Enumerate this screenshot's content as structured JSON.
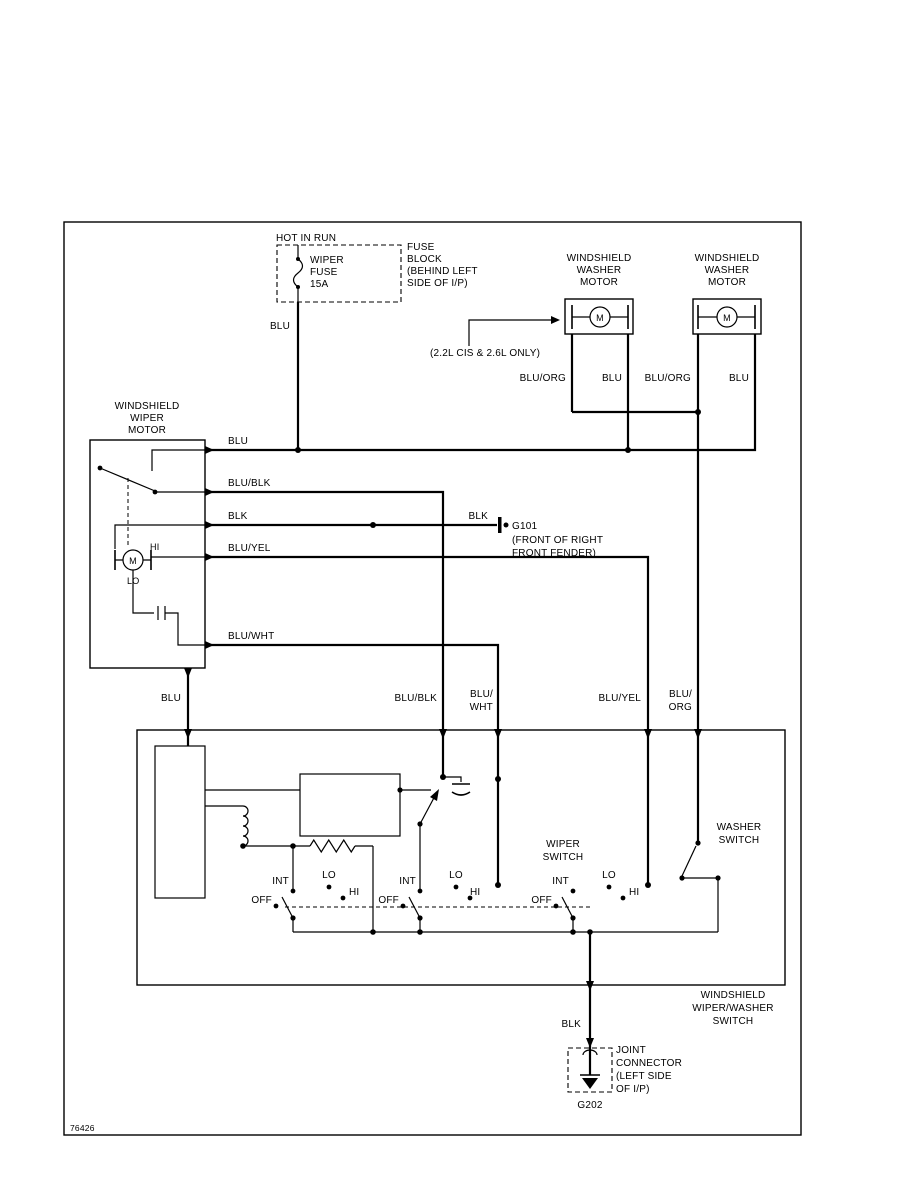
{
  "figure_number": "76426",
  "colors": {
    "ink": "#000000",
    "paper": "#ffffff"
  },
  "fuse": {
    "hot_in_run": "HOT IN RUN",
    "name_lines": [
      "WIPER",
      "FUSE",
      "15A"
    ],
    "block_lines": [
      "FUSE",
      "BLOCK",
      "(BEHIND LEFT",
      "SIDE OF I/P)"
    ]
  },
  "engine_note": "(2.2L CIS & 2.6L ONLY)",
  "motor_letter": "M",
  "washer_motors": [
    {
      "title_lines": [
        "WINDSHIELD",
        "WASHER",
        "MOTOR"
      ]
    },
    {
      "title_lines": [
        "WINDSHIELD",
        "WASHER",
        "MOTOR"
      ]
    }
  ],
  "wiper_motor": {
    "title_lines": [
      "WINDSHIELD",
      "WIPER",
      "MOTOR"
    ],
    "hi": "HI",
    "lo": "LO"
  },
  "wire_labels": {
    "blu": "BLU",
    "blu_blk": "BLU/BLK",
    "blk": "BLK",
    "blu_yel": "BLU/YEL",
    "blu_wht": "BLU/WHT",
    "blu_org": "BLU/ORG",
    "blu_slash": "BLU/",
    "wht": "WHT",
    "org": "ORG"
  },
  "g101": {
    "name": "G101",
    "note_lines": [
      "(FRONT OF RIGHT",
      "FRONT FENDER)"
    ]
  },
  "switch_box": {
    "title_lines": [
      "WINDSHIELD",
      "WIPER/WASHER",
      "SWITCH"
    ],
    "wiper_switch_lines": [
      "WIPER",
      "SWITCH"
    ],
    "washer_switch_lines": [
      "WASHER",
      "SWITCH"
    ],
    "pos_off": "OFF",
    "pos_int": "INT",
    "pos_lo": "LO",
    "pos_hi": "HI"
  },
  "joint_connector": {
    "label_lines": [
      "JOINT",
      "CONNECTOR",
      "(LEFT SIDE",
      "OF I/P)"
    ],
    "g202": "G202"
  }
}
